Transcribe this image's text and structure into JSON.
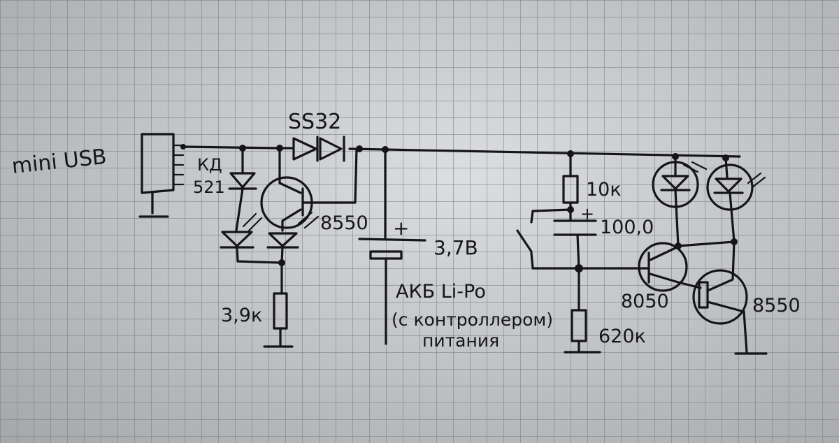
{
  "labels": {
    "usb": "mini USB",
    "diode_kd_line1": "КД",
    "diode_kd_line2": "521",
    "diode_ss": "SS32",
    "transistor_pnp_left": "8550",
    "resistor_left": "3,9к",
    "battery_plus": "+",
    "battery_voltage": "3,7В",
    "battery_line1": "АКБ Li-Po",
    "battery_line2": "(с контроллером)",
    "battery_line3": "питания",
    "resistor_top": "10к",
    "capacitor_plus": "+",
    "capacitor_value": "100,0",
    "resistor_bottom": "620к",
    "transistor_npn": "8050",
    "transistor_pnp_right": "8550"
  }
}
